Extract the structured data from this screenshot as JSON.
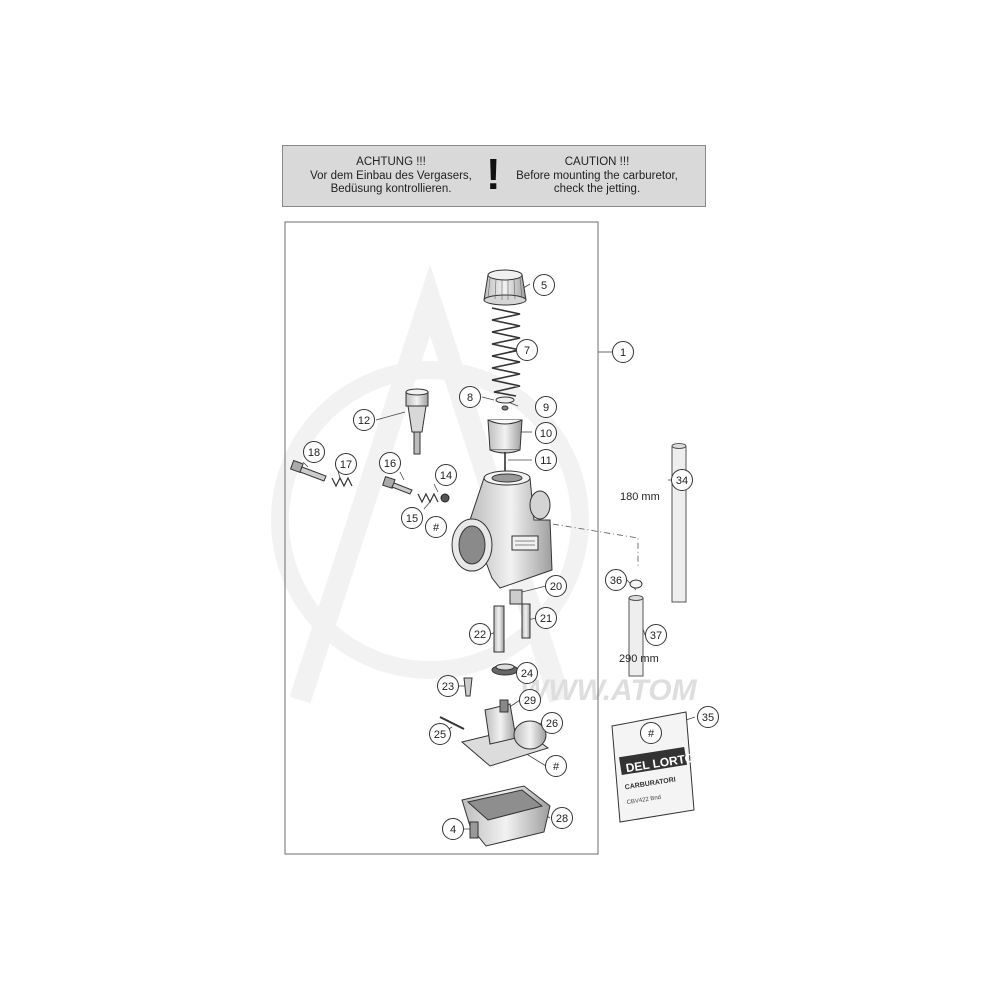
{
  "caution": {
    "german": [
      "ACHTUNG !!!",
      "Vor dem Einbau des Vergasers,",
      "Bedüsung kontrollieren."
    ],
    "english": [
      "CAUTION !!!",
      "Before mounting the carburetor,",
      "check the jetting."
    ],
    "symbol": "!"
  },
  "callouts": [
    {
      "id": "c1",
      "label": "1"
    },
    {
      "id": "c4",
      "label": "4"
    },
    {
      "id": "c5",
      "label": "5"
    },
    {
      "id": "c7",
      "label": "7"
    },
    {
      "id": "c8",
      "label": "8"
    },
    {
      "id": "c9",
      "label": "9"
    },
    {
      "id": "c10",
      "label": "10"
    },
    {
      "id": "c11",
      "label": "11"
    },
    {
      "id": "c12",
      "label": "12"
    },
    {
      "id": "c14",
      "label": "14"
    },
    {
      "id": "c15",
      "label": "15"
    },
    {
      "id": "c16",
      "label": "16"
    },
    {
      "id": "c17",
      "label": "17"
    },
    {
      "id": "c18",
      "label": "18"
    },
    {
      "id": "c20",
      "label": "20"
    },
    {
      "id": "c21",
      "label": "21"
    },
    {
      "id": "c22",
      "label": "22"
    },
    {
      "id": "c23",
      "label": "23"
    },
    {
      "id": "c24",
      "label": "24"
    },
    {
      "id": "c25",
      "label": "25"
    },
    {
      "id": "c26",
      "label": "26"
    },
    {
      "id": "c28",
      "label": "28"
    },
    {
      "id": "c29",
      "label": "29"
    },
    {
      "id": "c34",
      "label": "34"
    },
    {
      "id": "c35",
      "label": "35"
    },
    {
      "id": "c36",
      "label": "36"
    },
    {
      "id": "c37",
      "label": "37"
    },
    {
      "id": "ch1",
      "label": "#"
    },
    {
      "id": "ch2",
      "label": "#"
    },
    {
      "id": "ch3",
      "label": "#"
    }
  ],
  "dimensions": {
    "hose34": "180 mm",
    "hose37": "290 mm"
  },
  "kit": {
    "brand": "DEL LORTO",
    "subtitle": "CARBURATORI",
    "code": "CBV422 Bnd"
  },
  "watermark": "WWW.ATOM",
  "colors": {
    "frame": "#6e6e6e",
    "caution_bg": "#d9d9d9",
    "part_fill": "#e6e6e6",
    "part_stroke": "#333333"
  }
}
